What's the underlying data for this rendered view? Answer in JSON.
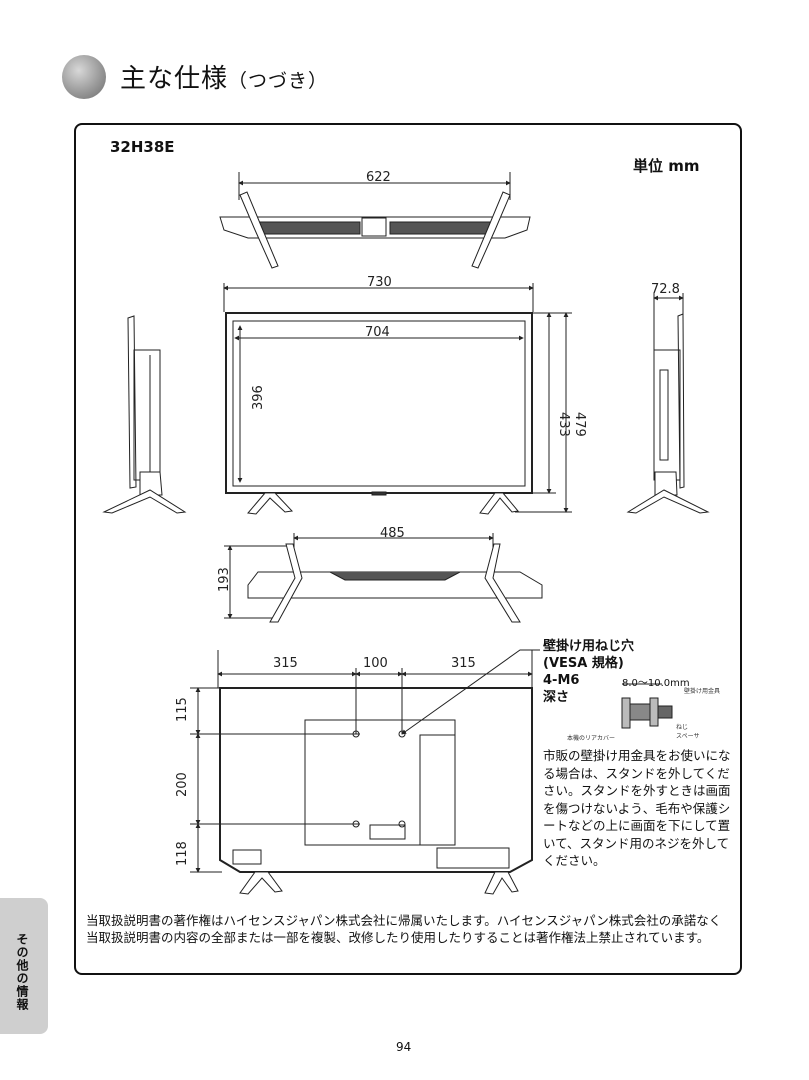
{
  "heading": {
    "title": "主な仕様",
    "subtitle": "（つづき）"
  },
  "model": "32H38E",
  "unit_label": "単位 mm",
  "dimensions": {
    "stand_span": "622",
    "width_total": "730",
    "width_screen": "704",
    "depth": "72.8",
    "height_screen": "396",
    "height_body": "433",
    "height_total": "479",
    "stand_width": "485",
    "stand_depth": "193",
    "vesa_left": "315",
    "vesa_center": "100",
    "vesa_right": "315",
    "vesa_top": "115",
    "vesa_mid": "200",
    "vesa_bottom": "118"
  },
  "vesa": {
    "title_line1": "壁掛け用ねじ穴",
    "title_line2": "(VESA 規格)",
    "title_line3": "4-M6",
    "title_line4": "深さ",
    "range": "8.0～10.0mm",
    "label_bracket": "壁掛け用金具",
    "label_screw": "ねじ",
    "label_spacer": "スペーサ",
    "label_cover": "本機のリアカバー",
    "note": "市販の壁掛け用金具をお使いになる場合は、スタンドを外してください。スタンドを外すときは画面を傷つけないよう、毛布や保護シートなどの上に画面を下にして置いて、スタンド用のネジを外してください。"
  },
  "copyright": "当取扱説明書の著作権はハイセンスジャパン株式会社に帰属いたします。ハイセンスジャパン株式会社の承諾なく当取扱説明書の内容の全部または一部を複製、改修したり使用したりすることは著作権法上禁止されています。",
  "side_tab": "その他の情報",
  "page_number": "94"
}
